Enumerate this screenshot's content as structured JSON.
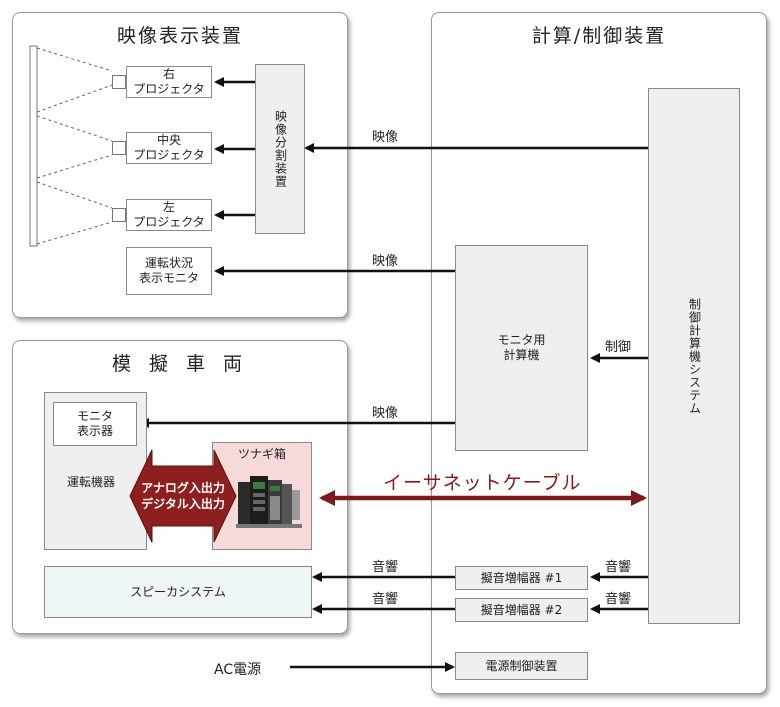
{
  "display_panel": {
    "title": "映像表示装置",
    "projectors": [
      {
        "line1": "右",
        "line2": "プロジェクタ"
      },
      {
        "line1": "中央",
        "line2": "プロジェクタ"
      },
      {
        "line1": "左",
        "line2": "プロジェクタ"
      }
    ],
    "splitter": "映像分割装置",
    "status_monitor": {
      "line1": "運転状況",
      "line2": "表示モニタ"
    }
  },
  "compute_panel": {
    "title": "計算/制御装置",
    "monitor_computer": {
      "line1": "モニタ用",
      "line2": "計算機"
    },
    "control_system": "制御計算機システム",
    "amp1": "擬音増幅器 #1",
    "amp2": "擬音増幅器 #2",
    "power_control": "電源制御装置"
  },
  "vehicle_panel": {
    "title": "模 擬 車 両",
    "monitor_display": {
      "line1": "モニタ",
      "line2": "表示器"
    },
    "operating_equipment": "運転機器",
    "junction_box": "ツナギ箱",
    "io_label": {
      "line1": "アナログ入出力",
      "line2": "デジタル入出力"
    },
    "speaker_system": "スピーカシステム"
  },
  "labels": {
    "video1": "映像",
    "video2": "映像",
    "video3": "映像",
    "control": "制御",
    "sound1": "音響",
    "sound2": "音響",
    "sound3": "音響",
    "sound4": "音響",
    "ethernet": "イーサネットケーブル",
    "ac_power": "AC電源"
  },
  "colors": {
    "ethernet": "#7a1a1a",
    "io_arrow": "#8e1f1f",
    "junction_bg": "#f6dada"
  }
}
